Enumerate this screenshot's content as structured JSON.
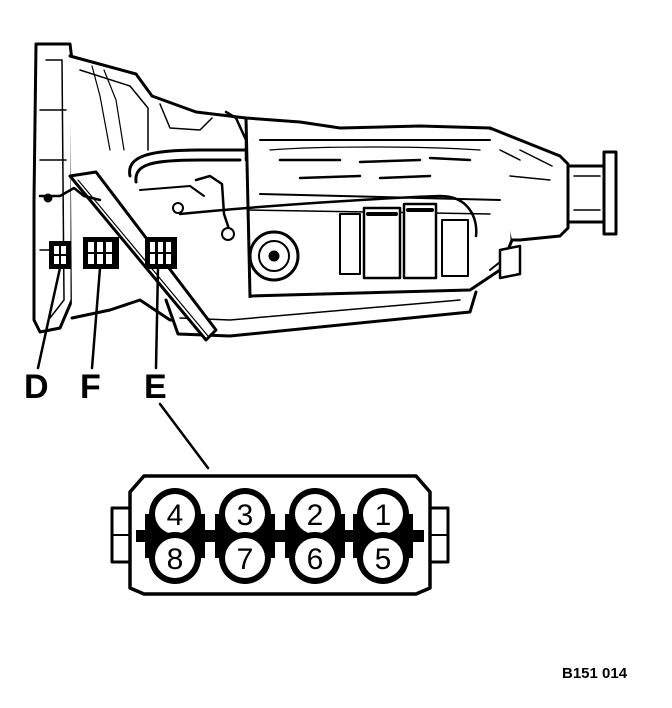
{
  "callouts": {
    "d": "D",
    "f": "F",
    "e": "E"
  },
  "connector": {
    "top_row": [
      "4",
      "3",
      "2",
      "1"
    ],
    "bottom_row": [
      "8",
      "7",
      "6",
      "5"
    ]
  },
  "reference_code": "B151 014",
  "colors": {
    "ink": "#000000",
    "paper": "#ffffff"
  },
  "icons": [
    "transmission-drawing",
    "connector-drawing"
  ]
}
